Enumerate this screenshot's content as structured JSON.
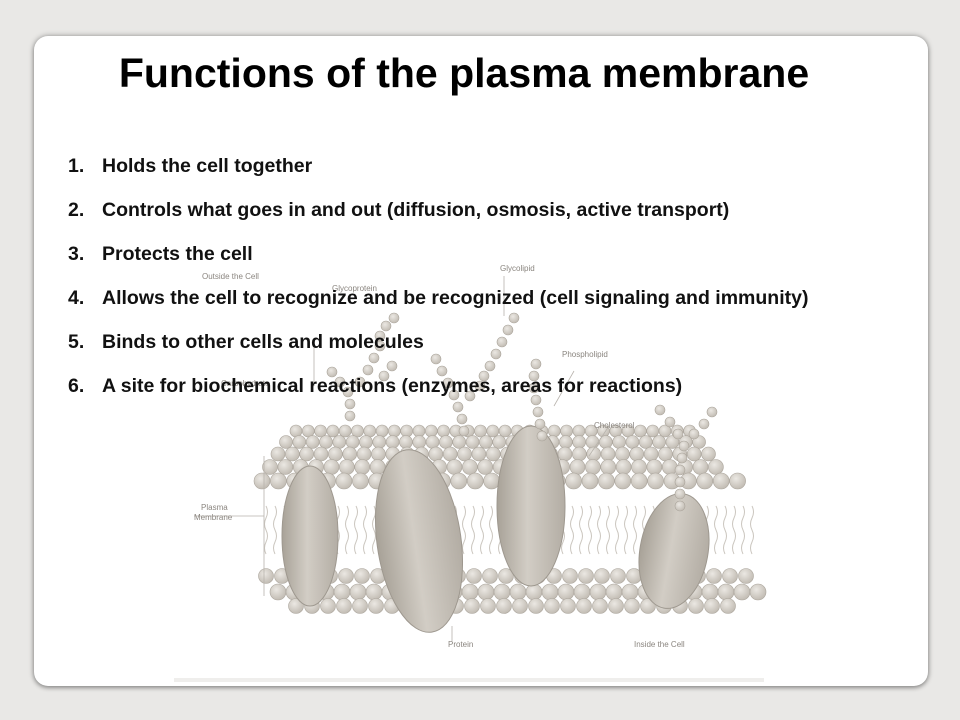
{
  "slide": {
    "title": "Functions of the plasma membrane",
    "items": [
      {
        "num": "1.",
        "text": "Holds the cell together"
      },
      {
        "num": "2.",
        "text": "Controls what goes in and out (diffusion, osmosis, active transport)"
      },
      {
        "num": "3.",
        "text": "Protects the cell"
      },
      {
        "num": "4.",
        "text": "Allows the cell to recognize and be recognized (cell signaling and immunity)"
      },
      {
        "num": "5.",
        "text": "Binds to other cells and molecules"
      },
      {
        "num": "6.",
        "text": "A site for biochemical reactions (enzymes, areas for reactions)"
      }
    ]
  },
  "diagram": {
    "labels": {
      "outside": "Outside the Cell",
      "glycoprotein": "Glycoprotein",
      "glycolipid": "Glycolipid",
      "phospholipid": "Phospholipid",
      "cholesterol": "Cholesterol",
      "carbohydrate": "Carbohydrate",
      "plasma": "Plasma",
      "membrane": "Membrane",
      "protein": "Protein",
      "inside": "Inside the Cell"
    },
    "colors": {
      "bead": "#cfcac2",
      "bead_stroke": "#aaa49b",
      "protein": "#c4beb5",
      "protein_dark": "#a59f96",
      "label": "#8a857f"
    }
  }
}
